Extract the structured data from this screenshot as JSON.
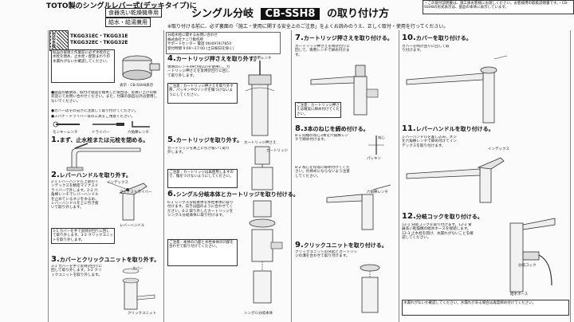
{
  "header": {
    "top_left": "TOTO製のシングルレバー式(デッキタイプ)に",
    "label_dish": "食器洗い乾燥機専用",
    "label_supply": "給水・給湯兼用",
    "title_pre": "シングル分岐",
    "model_code": "CB-SSH8",
    "title_post": "の取り付け方",
    "subtitle": "※取り付ける前に、必ず裏面の「施工・使用に関する安全上のご注意」をよくお読みのうえ、正しく取付・使用を行ってください。",
    "notice": "・この取付説明書は、施工後お客様にお渡しください。お客様用の取扱説明書です。・CB-SSH8の形式表示は、部品の本体に表示しています。"
  },
  "models": {
    "line1": "TKGG31EC・TKGG31E",
    "line2": "TKGG32EC・TKGG32E",
    "tag": "対応水栓"
  },
  "company": {
    "l1": "分岐水栓に関するお問い合わせ",
    "l2": "株式会社ナニワ製作所",
    "l3": "サポートセンター 電話 06(6974)7853",
    "l4": "受付時間 9:00〜17:00 (土日祝日を除く)"
  },
  "col1": {
    "box1": "既設の取替え作業前に必ず水栓の止水栓を閉め、止水栓・配管まわりの水漏れがないか確認してください。",
    "box1_note": "表示 : CB-SSH8表示",
    "body1": "●部品の破損等、取付け部品を紛失した場合は、お買い上げの販売店にてお問い合わせください。また、付属の部品以外は使用しないでください。",
    "body2": "●カバーはその向きに注意して取り付けてください。",
    "body3": "●スパナ・ドライバー等の工具をご用意ください。",
    "tools": [
      "モンキーレンチ",
      "ドライバー",
      "六角棒レンチ"
    ],
    "step1": {
      "num": "1.",
      "label": "まず、止水栓または元栓を閉める。"
    },
    "step2": {
      "num": "2.",
      "label": "レバーハンドルを取り外す。"
    },
    "step2_text": "2-1 レバーハンドル上部のインデックスを精密マイナスドライバーで外します。2-2 六角棒レンチでレバーハンドルを止めているネジをゆるめ、レバーハンドルを上に引き抜いて取り外します。",
    "step3": {
      "num": "3.",
      "label": "カバーとクリックユニットを取り外す。"
    },
    "step3_text": "3-1 カバーを手で反時計回りに回して取り外します。3-2 クリックユニットを取り外します。",
    "lab_index": "インデックス",
    "lab_driver": "マイナスドライバー",
    "lab_lever": "レバーハンドル",
    "lab_cover": "カバー",
    "lab_click": "クリックユニット"
  },
  "col2": {
    "step4": {
      "num": "4.",
      "label": "カートリッジ押さえを取り外す。"
    },
    "step4_text": "専用のレンチ(呼び径22)を使用し、カートリッジ押さえを反時計回りに回して取り外します。",
    "note4": "ご注意 : カートリッジ押さえを取り外す際、パッキンやOリングを傷つけないようにしてください。",
    "step5": {
      "num": "5.",
      "label": "カートリッジを取り外す。"
    },
    "step5_text": "カートリッジを真上に引き抜いて取り外します。",
    "note5": "ご注意 : カートリッジは再使用しますので、傷をつけないようにしてください。",
    "step6": {
      "num": "6.",
      "label": "シングル分岐本体とカートリッジを取り付ける。"
    },
    "step6_text": "6-1 シングル分岐本体を水栓本体に取り付けます。向きは図のように合わせてください。6-2 取り外したカートリッジをシングル分岐本体に取り付けます。",
    "note6": "ご注意 : 本体の凸部と水栓本体の凹部を合わせて取り付けてください。",
    "lab_wrench": "専用レンチ",
    "lab_cartridge": "カートリッジ",
    "lab_holder": "カートリッジ押さえ",
    "lab_body": "シングル分岐本体"
  },
  "col3": {
    "step7": {
      "num": "7.",
      "label": "カートリッジ押さえを取り付ける。"
    },
    "step7_text": "カートリッジ押さえを時計回りに回して、専用レンチで締め付けます。",
    "note7": "ご注意 : カートリッジ押さえは確実に締め付けてください。",
    "step8": {
      "num": "8.",
      "label": "3本のねじを締め付ける。"
    },
    "step8_text": "8-1 同梱のねじ3本を六角棒レンチで締め付けます。",
    "step8_text2": "8-2 ねじを均等に締め付けてください。片締めにならないよう注意してください。",
    "step9": {
      "num": "9.",
      "label": "クリックユニットを取り付ける。"
    },
    "step9_text": "クリックユニットの突起とカートリッジの溝を合わせて取り付けます。",
    "lab_screw": "ねじ",
    "lab_gasket": "パッキン",
    "lab_hex": "六角棒レンチ"
  },
  "col4": {
    "step10": {
      "num": "10.",
      "label": "カバーを取り付ける。"
    },
    "step10_text": "カバーを時計回りに回して取り付けます。",
    "step11": {
      "num": "11.",
      "label": "レバーハンドルを取り付ける。"
    },
    "step11_text": "レバーハンドルを差し込み、ネジを六角棒レンチで締め付けてインデックスを取り付けます。",
    "step12": {
      "num": "12.",
      "label": "分岐コックを取り付ける。"
    },
    "step12_text": "12-1 分岐コックを取り付けます。12-2 食器洗い乾燥機の給水ホースを接続します。12-3 止水栓を開け、水漏れがないことを確認してください。",
    "warn": "水漏れがないか確認してください。水漏れがある場合は再度締め付けてください。",
    "lab_cock": "分岐コック",
    "lab_hose": "給水ホース",
    "lab_index": "インデックス"
  }
}
